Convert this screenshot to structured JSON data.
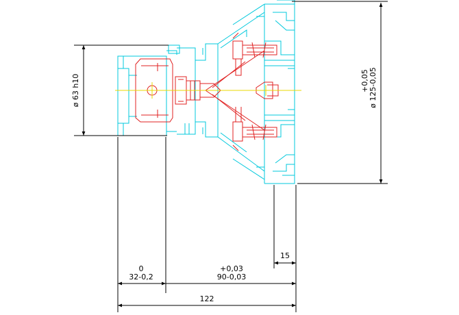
{
  "dimensions": {
    "diameter_63": "ø 63 h10",
    "diameter_125": "ø 125-0,05",
    "diameter_125_tol": "+0,05",
    "width_15": "15",
    "length_32_tol": "0",
    "length_32": "32-0,2",
    "length_90_tol": "+0,03",
    "length_90": "90-0,03",
    "length_122": "122"
  },
  "colors": {
    "dimension": "#000000",
    "outline": "#00c8dc",
    "hidden": "#e02020",
    "centerline": "#e8d800"
  }
}
